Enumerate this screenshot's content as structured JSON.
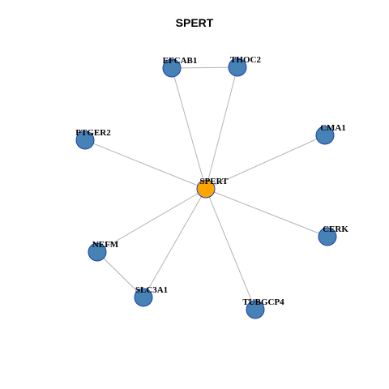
{
  "title": "SPERT",
  "colors": {
    "hub": "#ffa500",
    "node": "#4682b4",
    "node_border": "#1f3fb0",
    "edge": "#b3b3b3"
  },
  "nodes": [
    {
      "id": "SPERT",
      "label": "SPERT",
      "hub": true
    },
    {
      "id": "EFCAB1",
      "label": "EFCAB1"
    },
    {
      "id": "THOC2",
      "label": "THOC2"
    },
    {
      "id": "PTGER2",
      "label": "PTGER2"
    },
    {
      "id": "CMA1",
      "label": "CMA1"
    },
    {
      "id": "CERK",
      "label": "CERK"
    },
    {
      "id": "NEFM",
      "label": "NEFM"
    },
    {
      "id": "SLC3A1",
      "label": "SLC3A1"
    },
    {
      "id": "TUBGCP4",
      "label": "TUBGCP4"
    }
  ],
  "edges": [
    [
      "SPERT",
      "EFCAB1"
    ],
    [
      "SPERT",
      "THOC2"
    ],
    [
      "EFCAB1",
      "THOC2"
    ],
    [
      "SPERT",
      "PTGER2"
    ],
    [
      "SPERT",
      "CMA1"
    ],
    [
      "SPERT",
      "CERK"
    ],
    [
      "SPERT",
      "NEFM"
    ],
    [
      "SPERT",
      "SLC3A1"
    ],
    [
      "NEFM",
      "SLC3A1"
    ],
    [
      "SPERT",
      "TUBGCP4"
    ]
  ]
}
